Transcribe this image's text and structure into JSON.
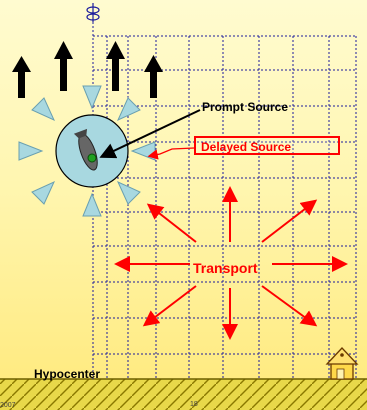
{
  "labels": {
    "prompt_source": "Prompt Source",
    "delayed_source": "Delayed Source",
    "transport": "Transport",
    "hypocenter": "Hypocenter"
  },
  "footer": {
    "year": "2007",
    "page": "18"
  },
  "colors": {
    "background": "#fff6b0",
    "sun_core": "#a8d8e0",
    "sun_rays": "#a8d8e0",
    "grid": "#2020a0",
    "transport_arrows": "#ff0000",
    "ground": "#b8a000"
  }
}
